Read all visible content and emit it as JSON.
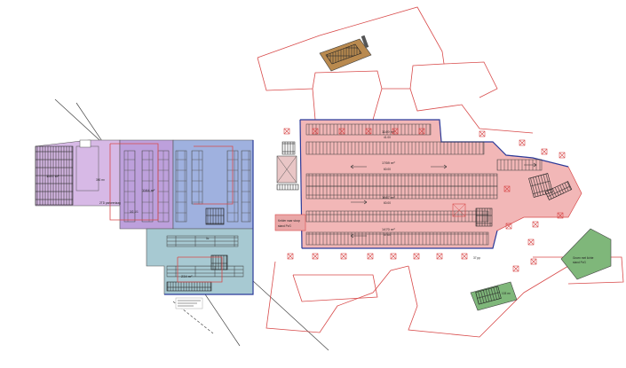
{
  "left_zone": {
    "area_a": "1197 m²",
    "area_b": "390 m²",
    "note_a": "2TD parkeerlaag",
    "note_b": "3/2 1/1",
    "area_c": "1164 m²",
    "area_d": "5c",
    "area_e": "234 m²"
  },
  "main_zone": {
    "area_1": "1149 m²",
    "level_1": "41.00",
    "area_2": "1769 m²",
    "level_2": "60.00",
    "area_3": "1667 m²",
    "level_3": "60.00",
    "area_4": "1470 m²",
    "level_4": "57.00",
    "callout": [
      "Kelder naar sloop",
      "stand PvG"
    ],
    "side_label": "37 pp"
  },
  "right_zone": {
    "green_label": [
      "Groen met lichte",
      "stand PvG"
    ],
    "area_bottom": "103 m²"
  },
  "legend": {
    "rows": [
      "legenda parkeerplaatsen",
      "overzicht niveaus",
      "totaal pp"
    ]
  },
  "colors": {
    "red_line": "#d84a4a",
    "main_fill": "#f2b7b7",
    "purple_light": "#d7b9e6",
    "purple": "#bda0dc",
    "blue": "#9fb1df",
    "teal": "#a7c9d2",
    "green": "#7fb77a",
    "dark_line": "#3a3a3a",
    "navy": "#2b3b9a"
  },
  "icons": [
    "cross-box-icon",
    "direction-arrow-icon",
    "car-stall-row"
  ]
}
